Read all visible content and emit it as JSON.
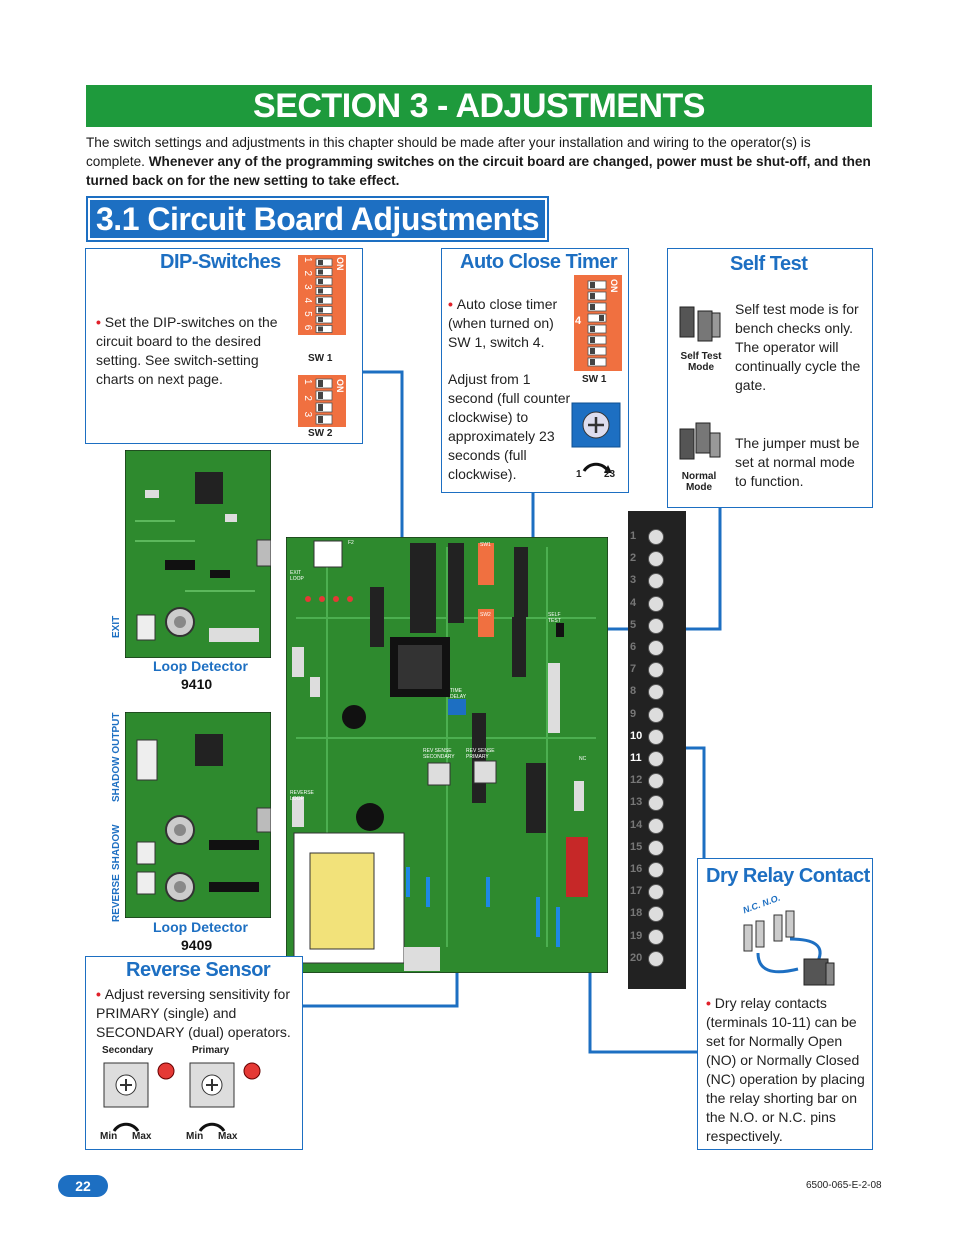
{
  "header": {
    "section_title": "SECTION 3 - ADJUSTMENTS",
    "intro_plain": "The switch settings and adjustments in this chapter should be made after your installation and wiring to the operator(s) is complete. ",
    "intro_bold": "Whenever any of the programming switches on the circuit board are changed, power must be shut-off, and then turned back on for the new setting to take effect.",
    "subsection_title": "3.1 Circuit Board Adjustments"
  },
  "dip_switches": {
    "title": "DIP-Switches",
    "text": "Set the DIP-switches on the circuit board to the desired setting. See switch-setting charts on next page.",
    "sw1_label": "SW 1",
    "sw2_label": "SW 2",
    "on_label": "ON",
    "sw1_numbers": "1 2 3 4 5 6 7 8",
    "sw2_numbers": "1 2 3 4"
  },
  "auto_close": {
    "title": "Auto Close Timer",
    "text1": "Auto close timer (when turned on) SW 1, switch 4.",
    "text2": "Adjust from 1 second (full counter clockwise) to approximately 23 seconds (full clockwise).",
    "sw1_label": "SW 1",
    "on_label": "ON",
    "dial_min": "1",
    "dial_max": "23",
    "highlight_number": "4"
  },
  "self_test": {
    "title": "Self Test",
    "text1": "Self test mode is for bench checks only. The operator will continually cycle the gate.",
    "label1": "Self Test Mode",
    "text2": "The jumper must be set at normal mode to function.",
    "label2": "Normal Mode"
  },
  "loop_detectors": {
    "d1_name": "Loop Detector",
    "d1_model": "9410",
    "d1_side": "EXIT",
    "d2_name": "Loop Detector",
    "d2_model": "9409",
    "d2_side_top": "SHADOW OUTPUT",
    "d2_side_mid": "SHADOW",
    "d2_side_bot": "REVERSE"
  },
  "reverse_sensor": {
    "title": "Reverse Sensor",
    "text": "Adjust reversing sensitivity for PRIMARY (single) and SECONDARY (dual) operators.",
    "secondary": "Secondary",
    "primary": "Primary",
    "min": "Min",
    "max": "Max"
  },
  "dry_relay": {
    "title": "Dry Relay Contact",
    "text": "Dry relay contacts (terminals 10-11) can be set for Normally Open (NO) or Normally Closed (NC) operation by placing the relay shorting bar on the N.O. or N.C. pins respectively.",
    "label": "N.C.  N.O."
  },
  "board": {
    "terminals": [
      "1",
      "2",
      "3",
      "4",
      "5",
      "6",
      "7",
      "8",
      "9",
      "10",
      "11",
      "12",
      "13",
      "14",
      "15",
      "16",
      "17",
      "18",
      "19",
      "20"
    ],
    "label_exit_loop": "EXIT LOOP",
    "label_reverse_loop": "REVERSE LOOP",
    "label_time_delay": "TIME DELAY",
    "label_rev_sec": "REV SENSE SECONDARY",
    "label_rev_pri": "REV SENSE PRIMARY",
    "label_self_test": "SELF TEST",
    "label_nc": "NC",
    "label_sw1": "SW1",
    "label_sw2": "SW2",
    "label_f2": "F2"
  },
  "footer": {
    "page_number": "22",
    "doc_number": "6500-065-E-2-08"
  },
  "colors": {
    "green": "#1e9a3c",
    "blue": "#1d6fc2",
    "red": "#e0202a",
    "pcb": "#2e8a2e"
  }
}
